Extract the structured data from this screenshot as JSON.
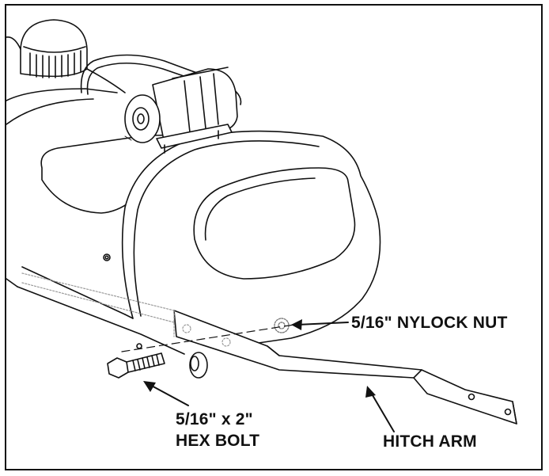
{
  "labels": {
    "nylock_nut": "5/16\" NYLOCK NUT",
    "hex_bolt_line1": "5/16\" x 2\"",
    "hex_bolt_line2": "HEX BOLT",
    "hitch_arm": "HITCH ARM"
  },
  "colors": {
    "ink": "#111111",
    "paper": "#ffffff",
    "phantom_part": "#9a9a9a"
  }
}
